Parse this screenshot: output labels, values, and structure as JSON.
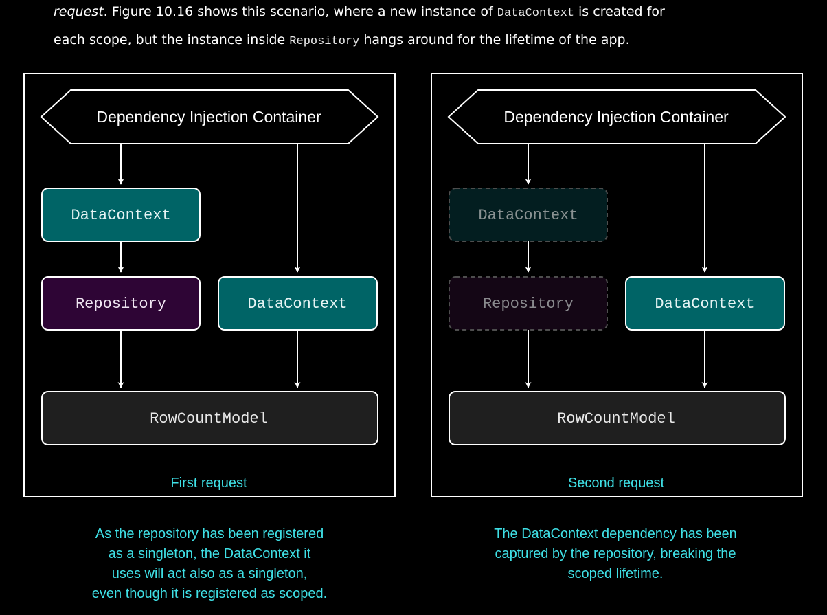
{
  "intro": {
    "lines": [
      [
        {
          "t": "request",
          "s": "em"
        },
        {
          "t": ". Figure 10.16 shows this scenario, where a new instance of ",
          "s": ""
        },
        {
          "t": "DataContext",
          "s": "mono"
        },
        {
          "t": " is created for",
          "s": ""
        }
      ],
      [
        {
          "t": "each scope, but the instance inside ",
          "s": ""
        },
        {
          "t": "Repository",
          "s": "mono"
        },
        {
          "t": " hangs around for the lifetime of the app.",
          "s": ""
        }
      ]
    ]
  },
  "panels": [
    {
      "container_label": "Dependency Injection Container",
      "left_context_label": "DataContext",
      "repository_label": "Repository",
      "right_context_label": "DataContext",
      "model_label": "RowCountModel",
      "request_label": "First request",
      "faded": false,
      "caption": "As the repository has been registered\nas a singleton, the DataContext it\nuses will act also as a singleton,\neven though it is registered as scoped."
    },
    {
      "container_label": "Dependency Injection Container",
      "left_context_label": "DataContext",
      "repository_label": "Repository",
      "right_context_label": "DataContext",
      "model_label": "RowCountModel",
      "request_label": "Second request",
      "faded": true,
      "caption": "The DataContext dependency has been\ncaptured by the repository, breaking the\nscoped lifetime."
    }
  ],
  "colors": {
    "teal": "#006466",
    "purple": "#2e0535",
    "model": "#1f1f1f",
    "faded_teal": "#031e20",
    "faded_purple": "#140615",
    "faded_border": "#4e4e4e",
    "faded_text": "#8a9292",
    "accent_text": "#3fe0e6"
  }
}
